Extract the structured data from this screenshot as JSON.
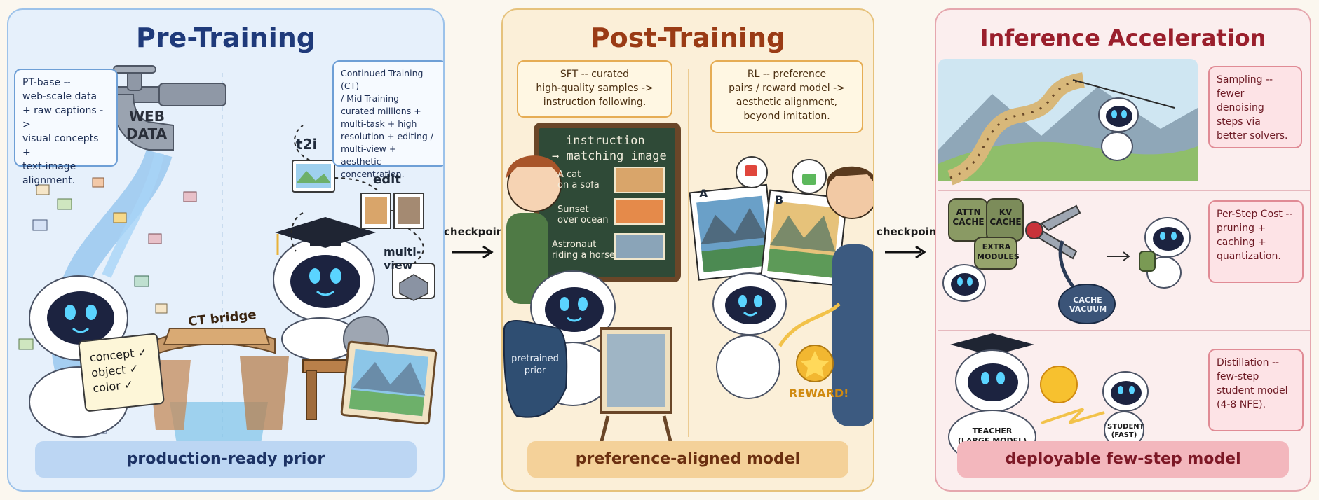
{
  "pre_training": {
    "title": "Pre-Training",
    "pt_base_note": "PT-base --\nweb-scale data\n+ raw captions ->\nvisual concepts +\ntext-image\nalignment.",
    "ct_note": "Continued Training (CT)\n/ Mid-Training --\ncurated millions +\nmulti-task + high\nresolution + editing /\nmulti-view + aesthetic\nconcentration.",
    "tap_label_1": "WEB",
    "tap_label_2": "DATA",
    "t2i_label": "t2i",
    "edit_label": "edit",
    "multiview_label": "multi-view",
    "bridge_label": "CT bridge",
    "checklist": [
      "concept ✓",
      "object ✓",
      "color ✓"
    ],
    "outcome": "production-ready prior"
  },
  "post_training": {
    "title": "Post-Training",
    "sft_note": "SFT -- curated\nhigh-quality samples ->\ninstruction following.",
    "rl_note": "RL -- preference\npairs / reward model ->\naesthetic alignment,\nbeyond imitation.",
    "board_title_1": "instruction",
    "board_title_2": "→ matching image",
    "board_prompts": [
      "A cat\non a sofa",
      "Sunset\nover ocean",
      "Astronaut\nriding a horse"
    ],
    "backpack_label": "pretrained\nprior",
    "card_a": "A",
    "card_b": "B",
    "reward_label": "REWARD!",
    "outcome": "preference-aligned model"
  },
  "inference_acceleration": {
    "title": "Inference Acceleration",
    "sampling_note": "Sampling --\nfewer denoising\nsteps via\nbetter solvers.",
    "per_step_note": "Per-Step Cost --\npruning +\ncaching +\nquantization.",
    "distillation_note": "Distillation --\nfew-step\nstudent model\n(4-8 NFE).",
    "cache_labels": [
      "ATTN\nCACHE",
      "KV\nCACHE",
      "EXTRA\nMODULES"
    ],
    "vacuum_label": "CACHE\nVACUUM",
    "teacher_label": "TEACHER\n(LARGE MODEL)",
    "student_label": "STUDENT\n(FAST)",
    "outcome": "deployable few-step model"
  },
  "connectors": [
    "checkpoint",
    "checkpoint"
  ],
  "colors": {
    "pre_accent": "#1f3a7a",
    "post_accent": "#9a3b15",
    "inf_accent": "#9a1f2c",
    "robot_face": "#1c2340"
  }
}
